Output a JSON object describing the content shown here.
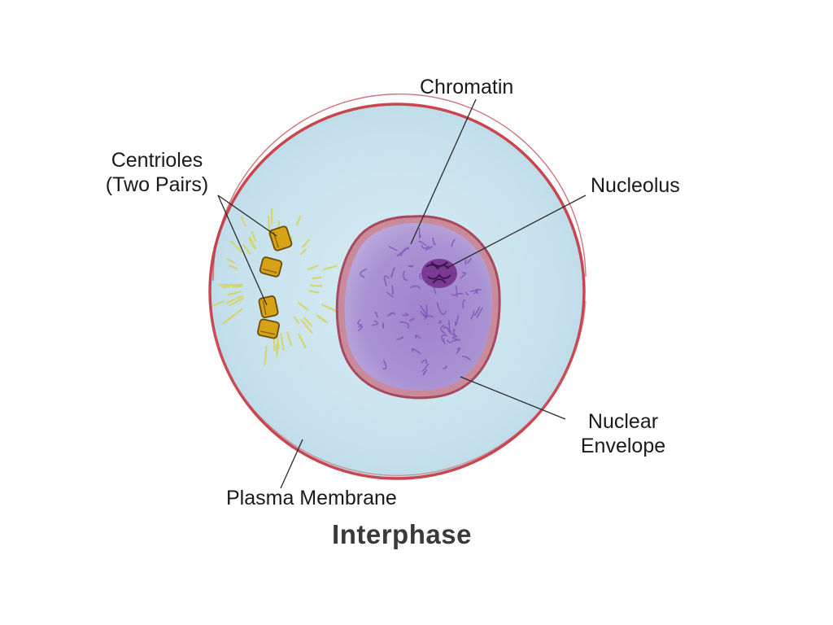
{
  "diagram": {
    "title": "Interphase",
    "labels": {
      "chromatin": "Chromatin",
      "centrioles_line1": "Centrioles",
      "centrioles_line2": "(Two Pairs)",
      "nucleolus": "Nucleolus",
      "nuclear_line1": "Nuclear",
      "nuclear_line2": "Envelope",
      "plasma_membrane": "Plasma Membrane"
    },
    "colors": {
      "membrane": "#c94650",
      "cytoplasm": "#cde6ef",
      "nucleus": "#a88fd2",
      "nucleus_dark": "#7e58b8",
      "nuclear_envelope": "#b35a6e",
      "nucleolus": "#6a2a86",
      "centriole": "#d6a316",
      "aster": "#d8d35a",
      "leader_line": "#2a2a2a"
    }
  }
}
